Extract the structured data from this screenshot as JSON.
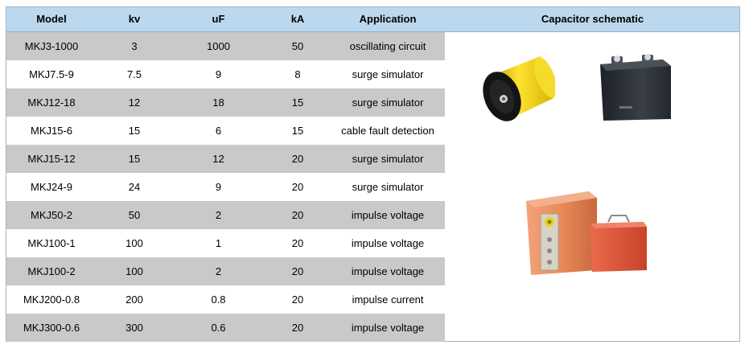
{
  "table": {
    "headers": {
      "model": "Model",
      "kv": "kv",
      "uf": "uF",
      "ka": "kA",
      "application": "Application",
      "schematic": "Capacitor schematic"
    },
    "rows": [
      {
        "model": "MKJ3-1000",
        "kv": "3",
        "uf": "1000",
        "ka": "50",
        "application": "oscillating circuit"
      },
      {
        "model": "MKJ7.5-9",
        "kv": "7.5",
        "uf": "9",
        "ka": "8",
        "application": "surge simulator"
      },
      {
        "model": "MKJ12-18",
        "kv": "12",
        "uf": "18",
        "ka": "15",
        "application": "surge simulator"
      },
      {
        "model": "MKJ15-6",
        "kv": "15",
        "uf": "6",
        "ka": "15",
        "application": "cable fault detection"
      },
      {
        "model": "MKJ15-12",
        "kv": "15",
        "uf": "12",
        "ka": "20",
        "application": "surge simulator"
      },
      {
        "model": "MKJ24-9",
        "kv": "24",
        "uf": "9",
        "ka": "20",
        "application": "surge simulator"
      },
      {
        "model": "MKJ50-2",
        "kv": "50",
        "uf": "2",
        "ka": "20",
        "application": "impulse voltage"
      },
      {
        "model": "MKJ100-1",
        "kv": "100",
        "uf": "1",
        "ka": "20",
        "application": "impulse voltage"
      },
      {
        "model": "MKJ100-2",
        "kv": "100",
        "uf": "2",
        "ka": "20",
        "application": "impulse voltage"
      },
      {
        "model": "MKJ200-0.8",
        "kv": "200",
        "uf": "0.8",
        "ka": "20",
        "application": "impulse current"
      },
      {
        "model": "MKJ300-0.6",
        "kv": "300",
        "uf": "0.6",
        "ka": "20",
        "application": "impulse voltage"
      }
    ]
  },
  "colors": {
    "header_bg": "#bcd8ee",
    "stripe_gray": "#c9c9c9",
    "capacitor_yellow": "#f2d21a",
    "capacitor_black": "#2b2f36",
    "capacitor_orange": "#e98a5a",
    "capacitor_red": "#e2553a"
  },
  "images": [
    {
      "name": "yellow-cylindrical-capacitor"
    },
    {
      "name": "black-box-capacitor"
    },
    {
      "name": "orange-box-capacitor-large"
    },
    {
      "name": "red-box-capacitor-small"
    }
  ]
}
